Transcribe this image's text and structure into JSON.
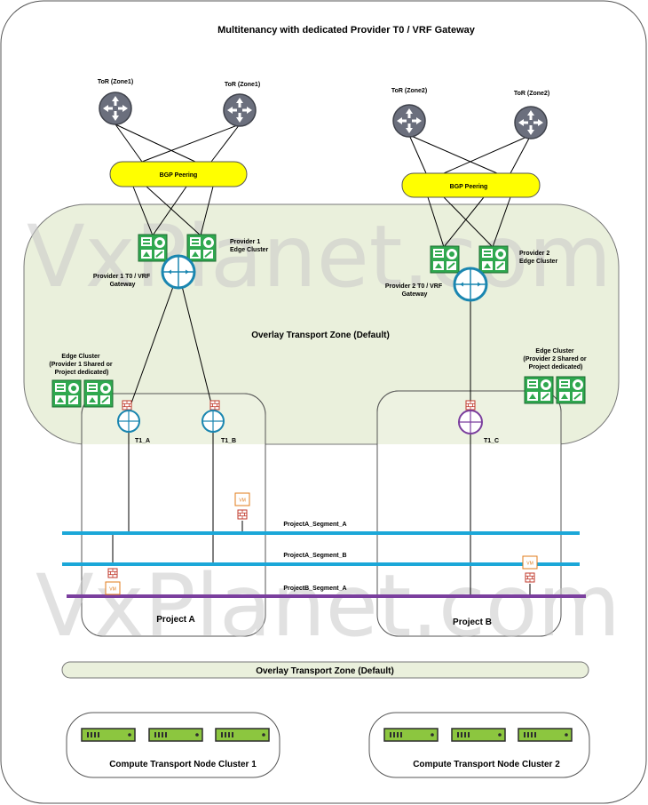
{
  "title": "Multitenancy with dedicated Provider T0 / VRF Gateway",
  "watermark": "VxPlanet.com",
  "colors": {
    "segment_a": "#1ba7d8",
    "segment_b": "#1ba7d8",
    "segment_c": "#7b3f9e",
    "overlay_fill": "#eaf0dc",
    "bgp_fill": "#ffff00",
    "edge_green": "#2fa84f",
    "router_blue": "#1a86b0",
    "router_purple": "#7b3f9e",
    "firewall_red": "#c0392b",
    "vm_orange": "#e07b1a"
  },
  "tors": [
    {
      "label": "ToR (Zone1)"
    },
    {
      "label": "ToR (Zone1)"
    },
    {
      "label": "ToR (Zone2)"
    },
    {
      "label": "ToR (Zone2)"
    }
  ],
  "bgp": [
    {
      "label": "BGP Peering"
    },
    {
      "label": "BGP Peering"
    }
  ],
  "provider1": {
    "edge_cluster_label": [
      "Provider 1",
      "Edge Cluster"
    ],
    "t0_label": [
      "Provider 1 T0 / VRF",
      "Gateway"
    ]
  },
  "provider2": {
    "edge_cluster_label": [
      "Provider 2",
      "Edge Cluster"
    ],
    "t0_label": [
      "Provider 2 T0 / VRF",
      "Gateway"
    ]
  },
  "overlay_zone_top": "Overlay Transport Zone (Default)",
  "overlay_zone_bottom": "Overlay Transport Zone (Default)",
  "edge_cluster_left": [
    "Edge Cluster",
    "(Provider 1  Shared or",
    "Project dedicated)"
  ],
  "edge_cluster_right": [
    "Edge Cluster",
    "(Provider 2 Shared or",
    "Project dedicated)"
  ],
  "t1": [
    {
      "label": "T1_A"
    },
    {
      "label": "T1_B"
    },
    {
      "label": "T1_C"
    }
  ],
  "segments": [
    {
      "label": "ProjectA_Segment_A"
    },
    {
      "label": "ProjectA_Segment_B"
    },
    {
      "label": "ProjectB_Segment_A"
    }
  ],
  "vm_label": "VM",
  "projects": [
    {
      "label": "Project A"
    },
    {
      "label": "Project B"
    }
  ],
  "compute_clusters": [
    {
      "label": "Compute Transport Node Cluster 1",
      "hosts": 3
    },
    {
      "label": "Compute Transport Node Cluster 2",
      "hosts": 3
    }
  ]
}
